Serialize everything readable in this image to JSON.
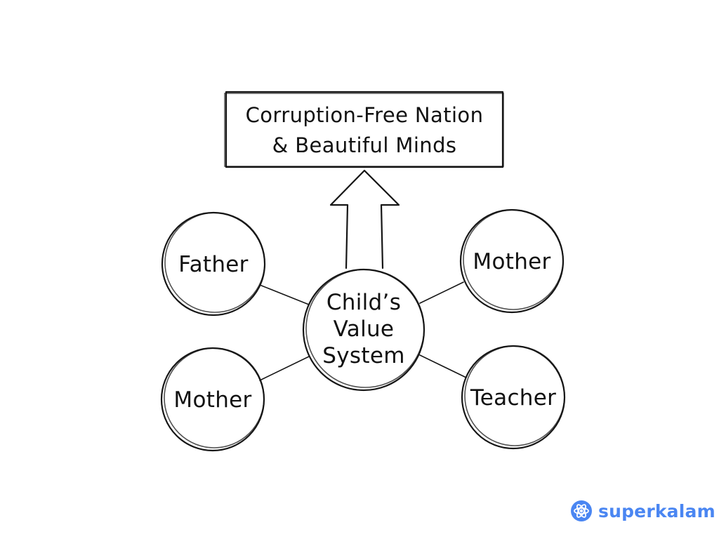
{
  "diagram": {
    "goal": {
      "lines": [
        "Corruption-Free Nation",
        "& Beautiful Minds"
      ]
    },
    "center": {
      "lines": [
        "Child’s",
        "Value",
        "System"
      ]
    },
    "influences": [
      {
        "label": "Father"
      },
      {
        "label": "Mother"
      },
      {
        "label": "Mother"
      },
      {
        "label": "Teacher"
      }
    ]
  },
  "brand": {
    "name": "superkalam",
    "color": "#4a86f2",
    "icon": "atom-icon"
  },
  "colors": {
    "ink": "#161616",
    "background": "#ffffff"
  }
}
